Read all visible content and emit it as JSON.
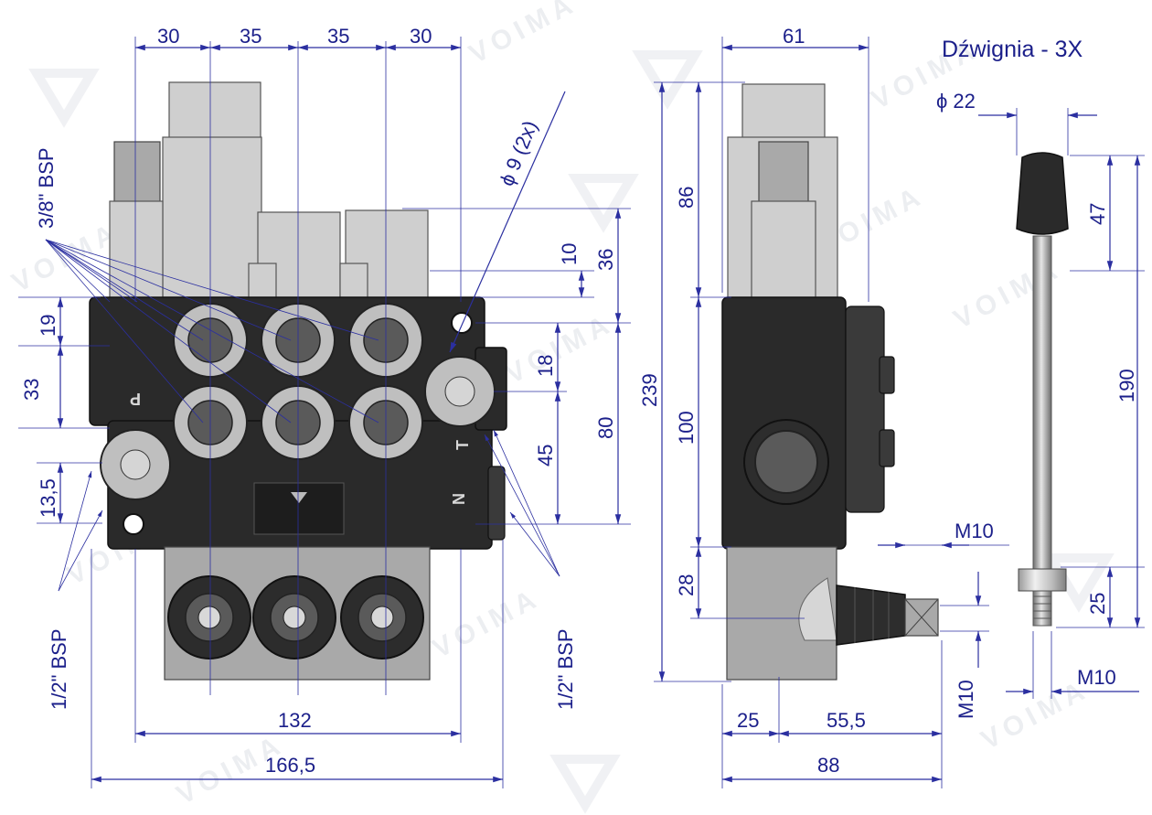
{
  "title": "Dźwignia - 3X",
  "watermark": "VOIMA",
  "front_view": {
    "top_dims": [
      "30",
      "35",
      "35",
      "30"
    ],
    "left_dims": [
      "19",
      "33",
      "13,5"
    ],
    "right_dims": [
      "10",
      "36",
      "18",
      "45",
      "80"
    ],
    "hole_label": "ϕ 9 (2x)",
    "port_top_label": "3/8\" BSP",
    "port_left_label": "1/2\" BSP",
    "port_right_label": "1/2\" BSP",
    "width_inner": "132",
    "width_total": "166,5",
    "body_marks": [
      "P",
      "T",
      "N"
    ]
  },
  "side_view": {
    "top_dim": "61",
    "height_total": "239",
    "height_upper": "86",
    "height_middle": "100",
    "height_lower": "28",
    "bottom_left": "25",
    "bottom_mid": "55,5",
    "bottom_total": "88",
    "thread_top": "M10",
    "thread_side": "M10"
  },
  "lever": {
    "diameter": "ϕ 22",
    "knob_height": "47",
    "length": "190",
    "thread_length": "25",
    "thread": "M10"
  }
}
